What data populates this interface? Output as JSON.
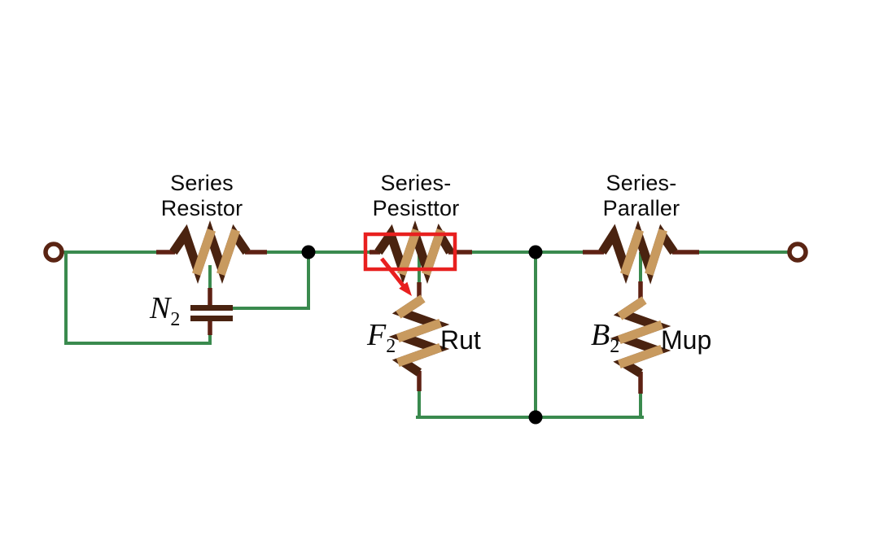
{
  "diagram": {
    "type": "circuit-diagram",
    "background": "#ffffff",
    "sections": [
      {
        "title_line1": "Series",
        "title_line2": "Resistor",
        "highlighted": false,
        "shunt_component": "capacitor",
        "shunt_ref_letter": "N",
        "shunt_ref_subscript": "2",
        "shunt_name": ""
      },
      {
        "title_line1": "Series-",
        "title_line2": "Pesisttor",
        "highlighted": true,
        "shunt_component": "resistor",
        "shunt_ref_letter": "F",
        "shunt_ref_subscript": "2",
        "shunt_name": "Rut"
      },
      {
        "title_line1": "Series-",
        "title_line2": "Paraller",
        "highlighted": false,
        "shunt_component": "resistor",
        "shunt_ref_letter": "B",
        "shunt_ref_subscript": "2",
        "shunt_name": "Mup"
      }
    ],
    "colors": {
      "wire_green": "#3a8a4e",
      "lead_brown": "#5e2113",
      "component_dark_brown": "#4a2310",
      "component_tan": "#c89a5f",
      "highlight_red": "#e8201f",
      "junction_dot": "#000000",
      "terminal_ring": "#5a2413",
      "text": "#0a0a0a"
    }
  }
}
